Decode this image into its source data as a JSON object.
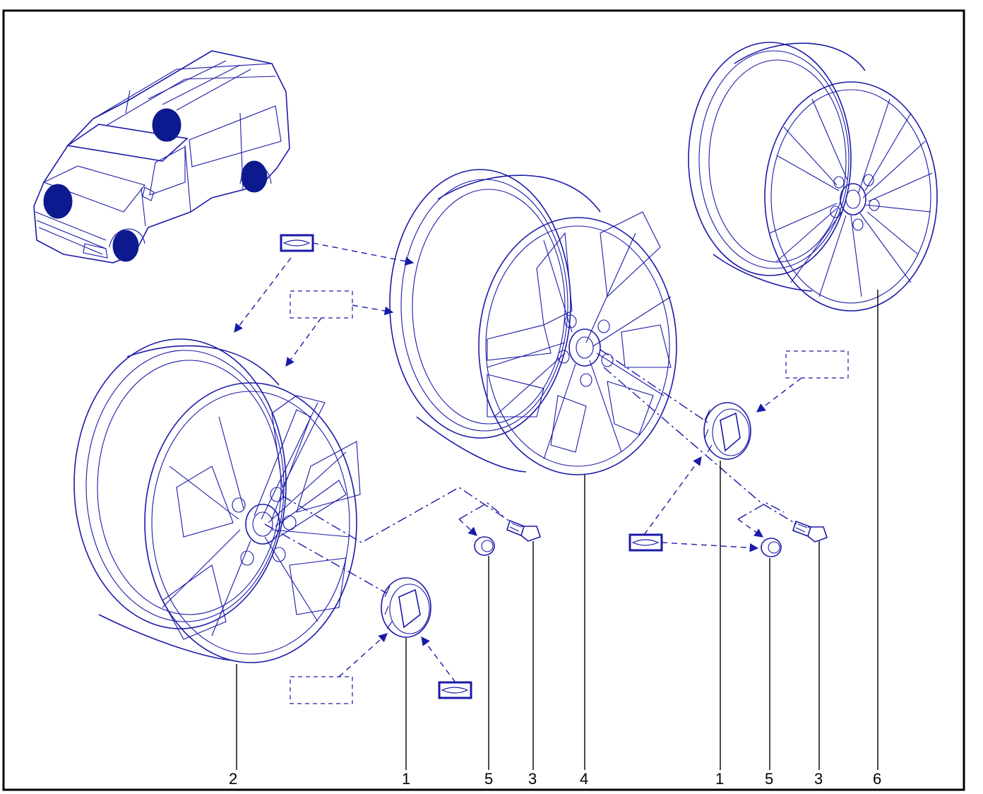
{
  "callouts": {
    "c1": "2",
    "c2": "1",
    "c3": "5",
    "c4": "3",
    "c5": "4",
    "c6": "1",
    "c7": "5",
    "c8": "3",
    "c9": "6"
  },
  "colors": {
    "drawing": "#1a1aa8",
    "highlight": "#0d1a8f",
    "text": "#000000",
    "border": "#000000"
  }
}
